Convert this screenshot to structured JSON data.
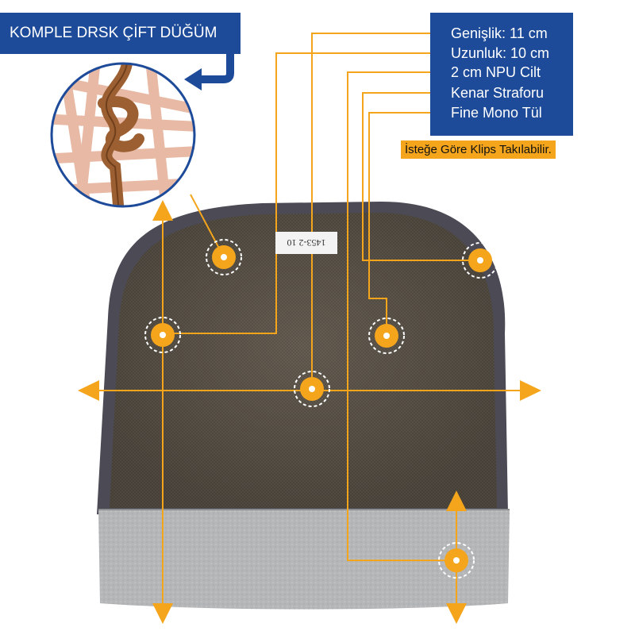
{
  "banner": {
    "title": "KOMPLE DRSK ÇİFT DÜĞÜM"
  },
  "specs": [
    {
      "label": "Genişlik: 11 cm"
    },
    {
      "label": "Uzunluk: 10 cm"
    },
    {
      "label": "2 cm NPU Cilt"
    },
    {
      "label": "Kenar Straforu"
    },
    {
      "label": "Fine Mono Tül"
    }
  ],
  "note": "İsteğe Göre Klips Takılabilir.",
  "product_label": "1453-2 10",
  "colors": {
    "banner_blue": "#1d4b99",
    "accent_yellow": "#f4a51c",
    "mesh_brown": "#5a5247",
    "skin_strip": "#b4b6b8",
    "border_grey": "#4b4a55",
    "knot_brown": "#9c5f32",
    "rope_pink": "#e8b9a4"
  }
}
